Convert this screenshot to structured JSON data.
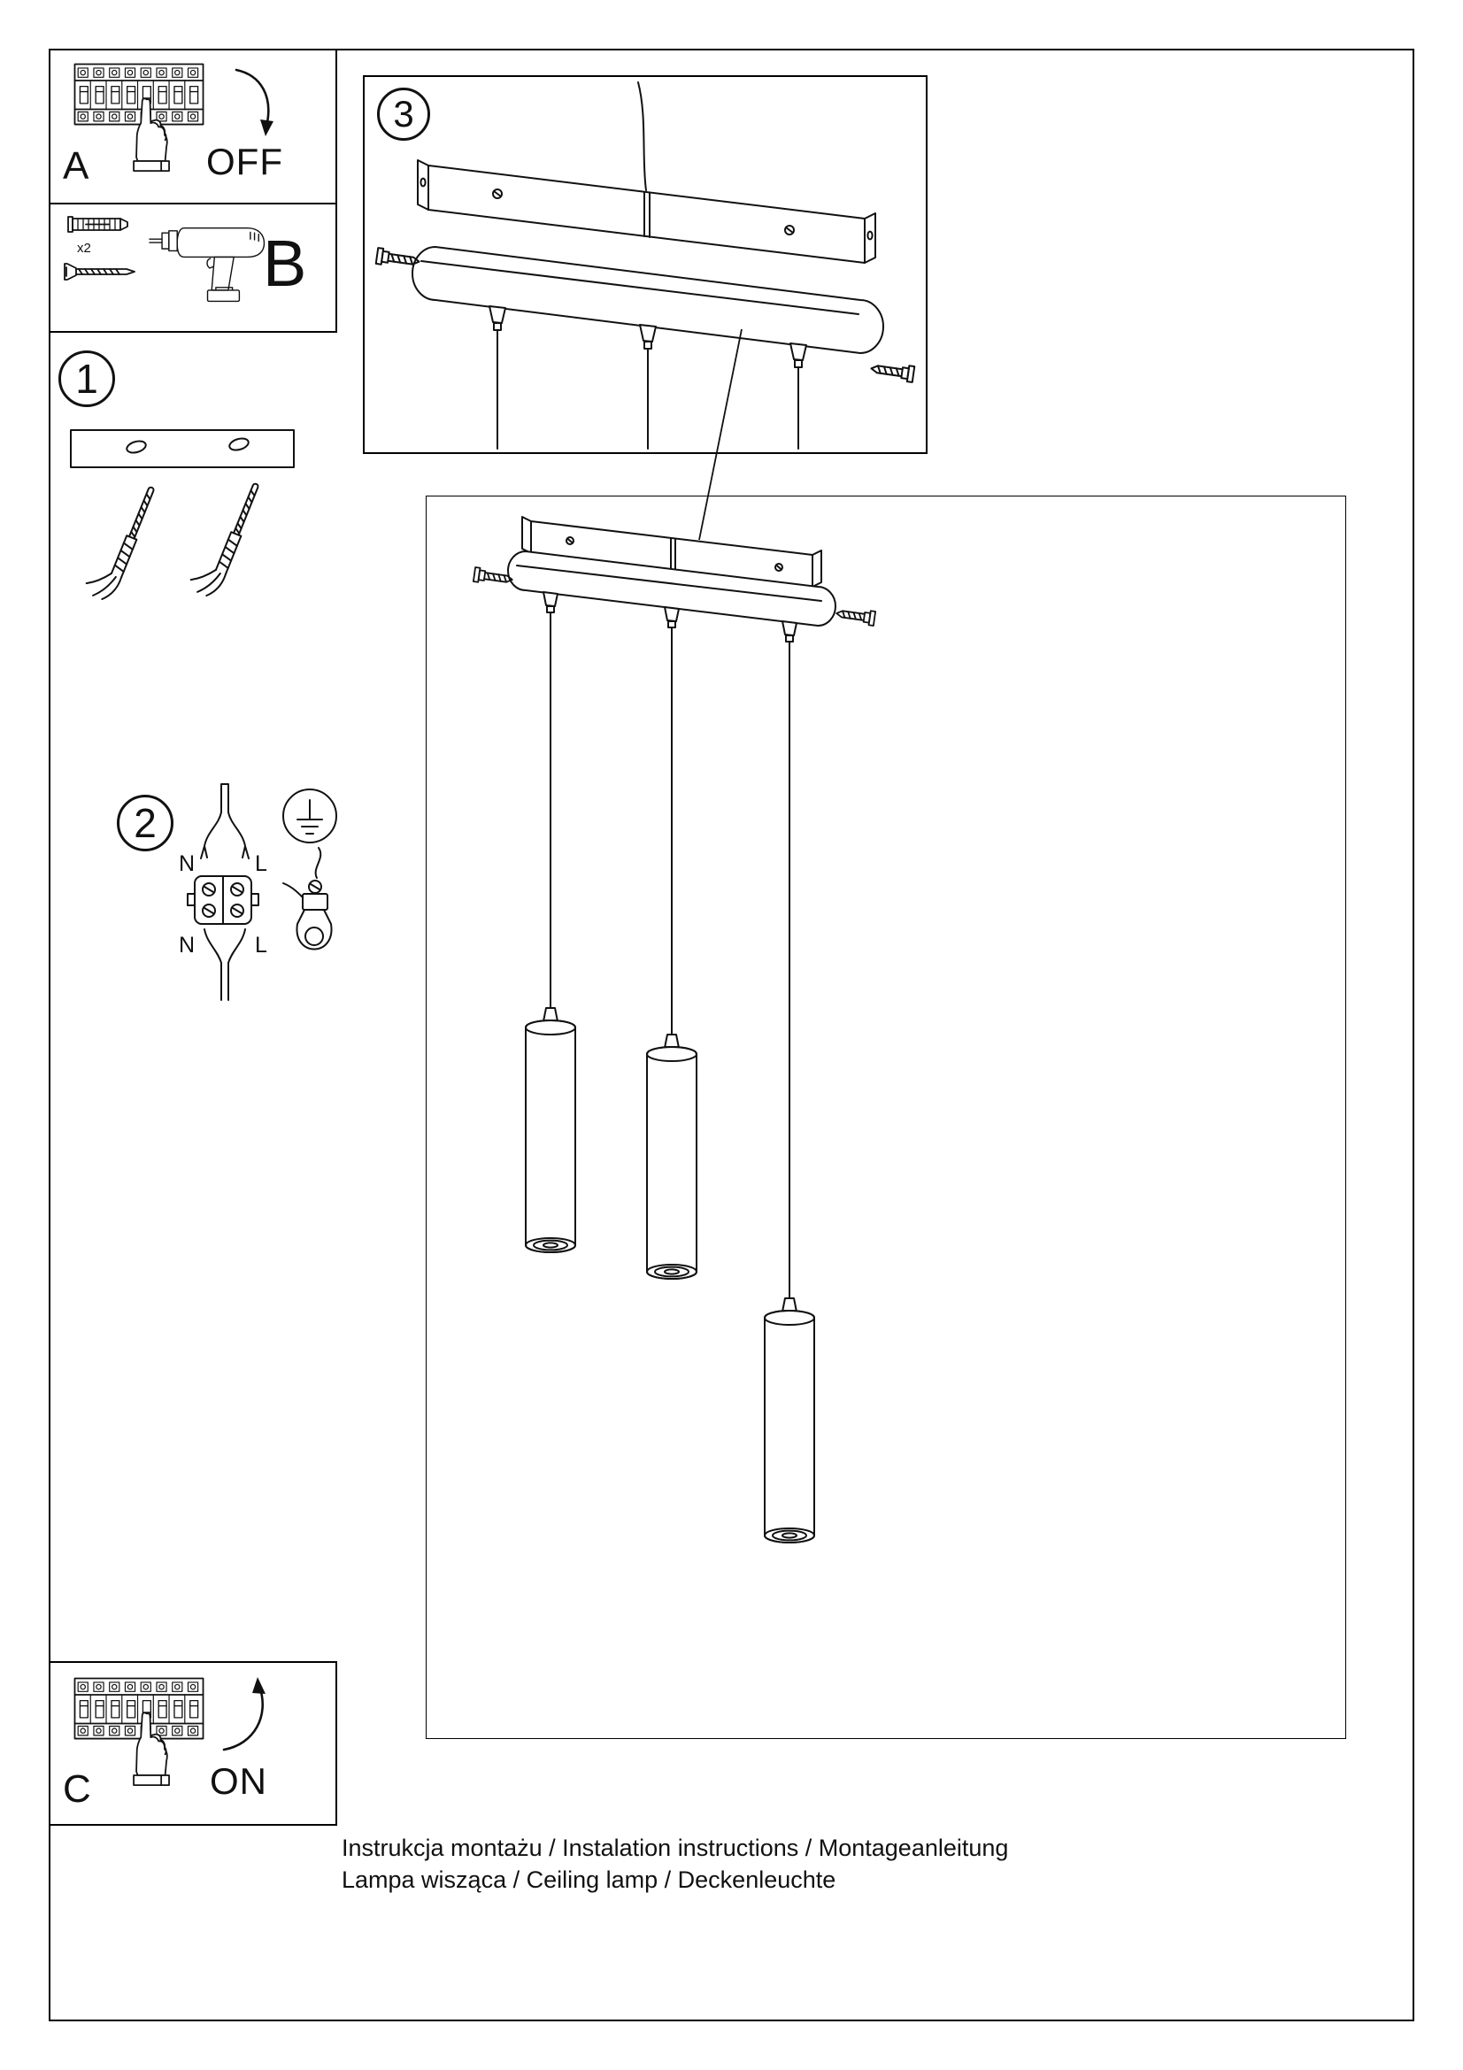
{
  "ink": "#111111",
  "steps": {
    "one": "1",
    "two": "2",
    "three": "3"
  },
  "panel_a": {
    "label": "A",
    "switch_label": "OFF"
  },
  "panel_b": {
    "label": "B",
    "anchor_count": "x2"
  },
  "panel_c": {
    "label": "C",
    "switch_label": "ON"
  },
  "wiring": {
    "n_top": "N",
    "l_top": "L",
    "n_bottom": "N",
    "l_bottom": "L"
  },
  "footer": {
    "line1": "Instrukcja montażu / Instalation instructions / Montageanleitung",
    "line2": "Lampa wisząca / Ceiling lamp / Deckenleuchte"
  }
}
